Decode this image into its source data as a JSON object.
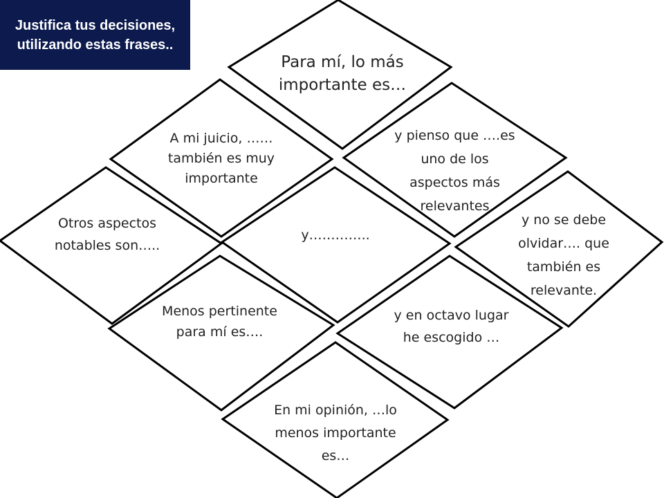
{
  "header": {
    "line1": "Justifica tus decisiones,",
    "line2": "utilizando estas frases..",
    "background": "#0c1a4e",
    "text_color": "#ffffff"
  },
  "diamonds": [
    {
      "id": "top",
      "lines": [
        "Para mí, lo más",
        "importante es…"
      ]
    },
    {
      "id": "second",
      "lines": [
        "A mi juicio, ……",
        "también es muy",
        "importante"
      ]
    },
    {
      "id": "third",
      "lines": [
        "y pienso que ….es",
        "uno de los",
        "aspectos más",
        "relevantes"
      ]
    },
    {
      "id": "fourth",
      "lines": [
        "Otros aspectos",
        "notables son….."
      ]
    },
    {
      "id": "fifth",
      "lines": [
        "y………….."
      ]
    },
    {
      "id": "sixth",
      "lines": [
        "y no se debe",
        "olvidar…. que",
        "también es",
        "relevante."
      ]
    },
    {
      "id": "seventh",
      "lines": [
        "Menos pertinente",
        "para mí es…."
      ]
    },
    {
      "id": "eighth",
      "lines": [
        "y en octavo lugar",
        "he escogido …"
      ]
    },
    {
      "id": "ninth",
      "lines": [
        "En mi opinión, …lo",
        "menos importante",
        "es…"
      ]
    }
  ]
}
